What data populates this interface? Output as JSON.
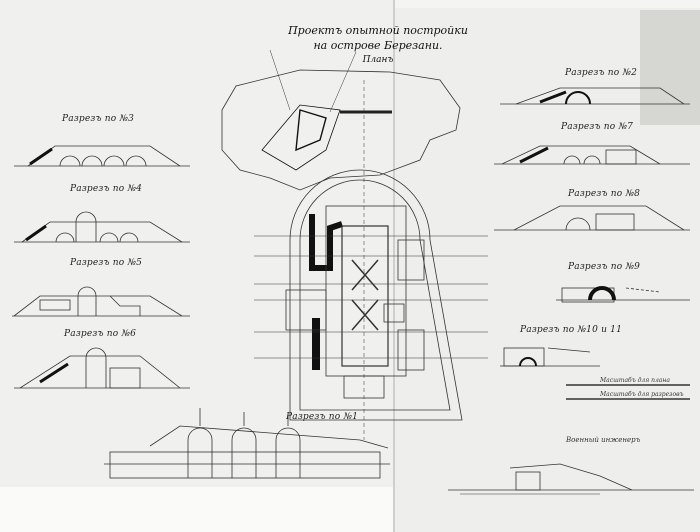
{
  "title": {
    "line1": "Проектъ опытной постройки",
    "line2": "на острове Березани.",
    "line3": "Планъ"
  },
  "sections": {
    "s3": "Разрезъ по №3",
    "s4": "Разрезъ по №4",
    "s5": "Разрезъ по №5",
    "s6": "Разрезъ по №6",
    "s1": "Разрезъ по №1",
    "s2": "Разрезъ по №2",
    "s7": "Разрезъ по №7",
    "s8": "Разрезъ по №8",
    "s9": "Разрезъ по №9",
    "s10": "Разрезъ по №10 и 11"
  },
  "scales": {
    "scale1": "Масштабъ для плана",
    "scale2": "Масштабъ для разрезовъ"
  },
  "signature": "Военный инженеръ"
}
